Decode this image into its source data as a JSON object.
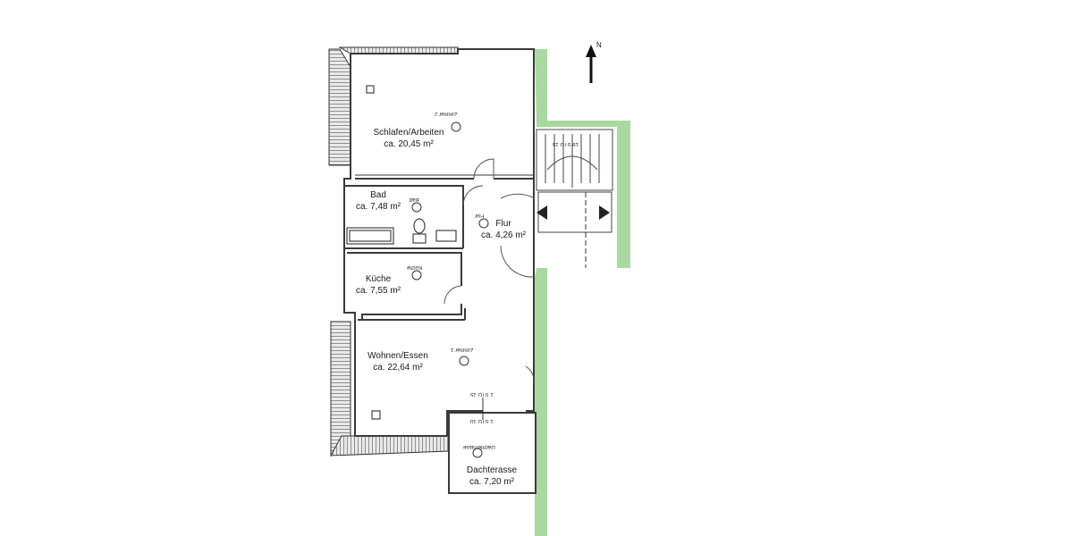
{
  "north_label": "N",
  "rooms": {
    "schlafen": {
      "name": "Schlafen/Arbeiten",
      "area": "ca. 20,45 m²",
      "stamp": "Zimmer 2"
    },
    "bad": {
      "name": "Bad",
      "area": "ca. 7,48 m²",
      "stamp": "Bad"
    },
    "flur": {
      "name": "Flur",
      "area": "ca. 4,26 m²",
      "stamp": "Flur"
    },
    "kueche": {
      "name": "Küche",
      "area": "ca. 7,55 m²",
      "stamp": "Küche"
    },
    "wohnen": {
      "name": "Wohnen/Essen",
      "area": "ca. 22,64 m²",
      "stamp": "Zimmer 1"
    },
    "dachterasse": {
      "name": "Dachterasse",
      "area": "ca. 7,20 m²",
      "stamp": "Dachterrasse"
    }
  },
  "stair_stamp": "19 STG 15",
  "section_marks": [
    "1 STG 15",
    "1 STG 10"
  ],
  "colors": {
    "wall": "#3a3a3a",
    "line": "#555555",
    "green": "#a9d9a0",
    "paper": "#ffffff"
  }
}
